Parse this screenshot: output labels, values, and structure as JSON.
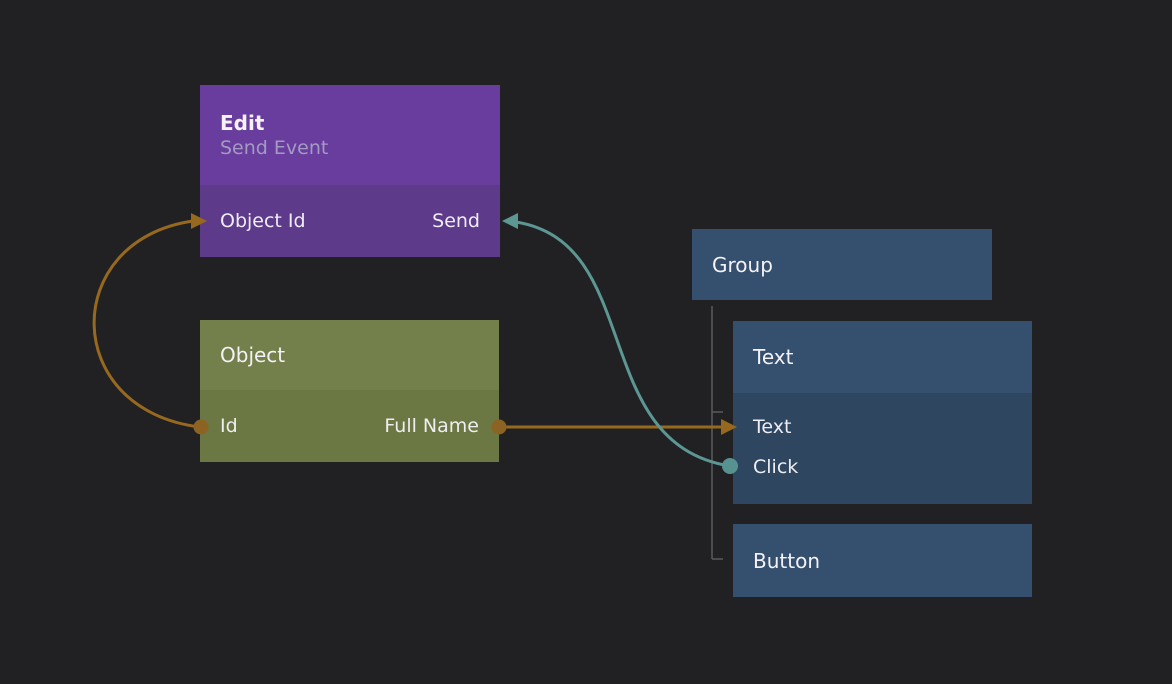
{
  "background": "#212123",
  "palette": {
    "connection_orange": "#97691f",
    "port_dot_orange": "#8c6323",
    "connection_teal": "#5c9794",
    "port_dot_teal": "#579290",
    "tree_line": "#595a5e"
  },
  "nodes": {
    "edit": {
      "title": "Edit",
      "subtitle": "Send Event",
      "header_color": "#693d9e",
      "body_color": "#5e3a8b",
      "ports": [
        {
          "label": "Object Id"
        },
        {
          "label": "Send"
        }
      ]
    },
    "object": {
      "title": "Object",
      "header_color": "#73804b",
      "body_color": "#6b7843",
      "ports": [
        {
          "label": "Id"
        },
        {
          "label": "Full Name"
        }
      ]
    },
    "group": {
      "title": "Group",
      "color": "#354f6e"
    },
    "text": {
      "title": "Text",
      "header_color": "#354f6e",
      "body_color": "#2f4661",
      "ports": [
        {
          "label": "Text"
        },
        {
          "label": "Click"
        }
      ]
    },
    "button": {
      "title": "Button",
      "color": "#354f6e"
    }
  }
}
